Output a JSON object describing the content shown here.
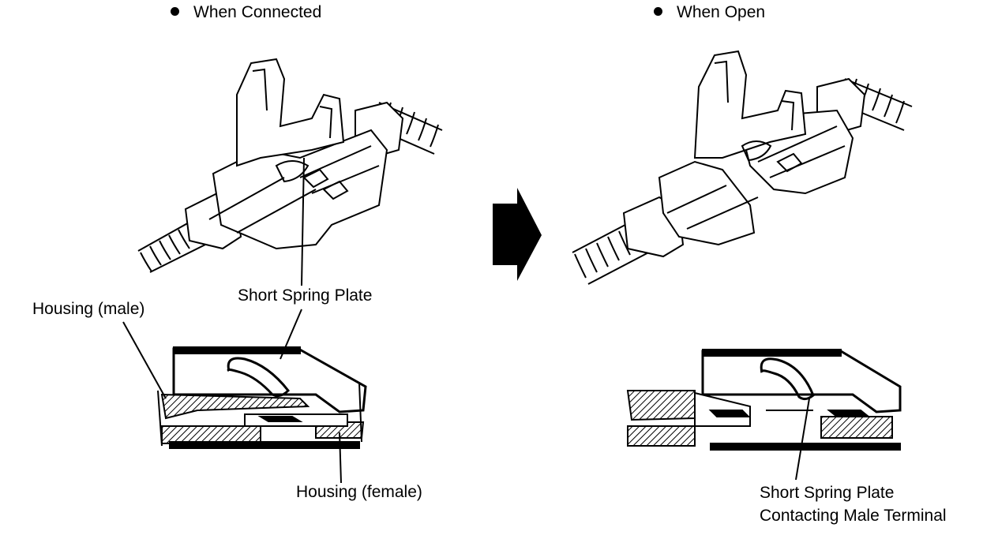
{
  "left_panel": {
    "heading": "When Connected",
    "labels": {
      "housing_male": "Housing (male)",
      "short_spring_plate": "Short Spring Plate",
      "housing_female": "Housing (female)"
    }
  },
  "right_panel": {
    "heading": "When Open",
    "labels": {
      "short_spring_plate_line1": "Short Spring Plate",
      "short_spring_plate_line2": "Contacting Male Terminal"
    }
  },
  "icons": {
    "bullet": "filled-circle",
    "arrow": "right-arrow"
  }
}
